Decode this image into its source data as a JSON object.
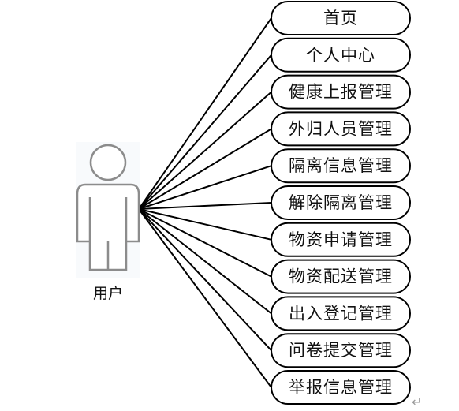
{
  "actor": {
    "label": "用户"
  },
  "use_cases": [
    "首页",
    "个人中心",
    "健康上报管理",
    "外归人员管理",
    "隔离信息管理",
    "解除隔离管理",
    "物资申请管理",
    "物资配送管理",
    "出入登记管理",
    "问卷提交管理",
    "举报信息管理"
  ],
  "paragraph_mark": "↵",
  "colors": {
    "line": "#000000",
    "actor_outline": "#8c8c8c",
    "text": "#111111"
  }
}
